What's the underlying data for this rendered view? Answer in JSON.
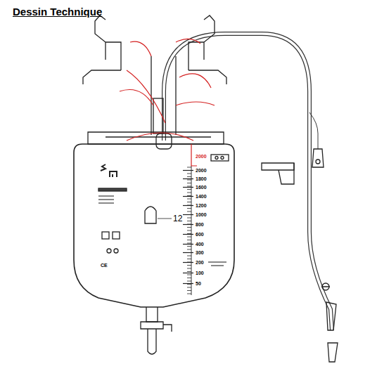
{
  "diagram": {
    "title": "Dessin Technique",
    "labels": [
      "2000",
      "2000",
      "1800",
      "1600",
      "1400",
      "1200",
      "1000",
      "800",
      "600",
      "400",
      "300",
      "200",
      "100",
      "50",
      "12",
      "CE"
    ]
  }
}
